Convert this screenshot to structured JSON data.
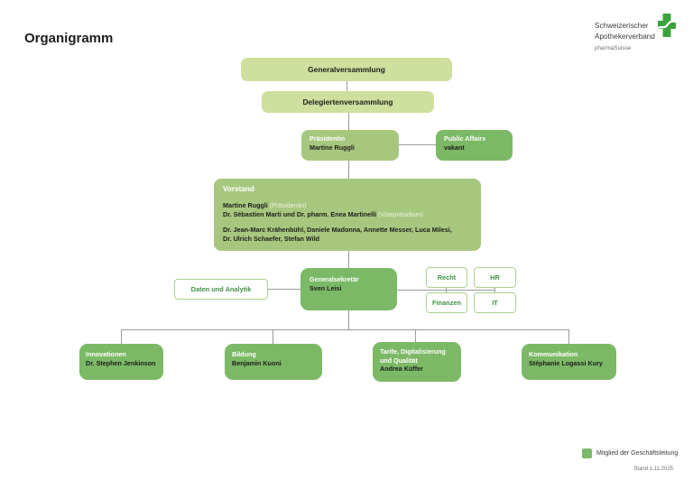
{
  "header": {
    "title": "Organigramm",
    "logo": {
      "line1": "Schweizerischer",
      "line2": "Apothekerverband",
      "line3": "pharmaSuisse"
    }
  },
  "chart": {
    "generalversammlung": {
      "label": "Generalversammlung"
    },
    "delegiertenversammlung": {
      "label": "Delegiertenversammlung"
    },
    "praesidentin": {
      "title": "Präsidentin",
      "name": "Martine Ruggli"
    },
    "public_affairs": {
      "title": "Public Affairs",
      "name": "vakant"
    },
    "vorstand": {
      "title": "Vorstand",
      "member1": "Martine Ruggli",
      "member1_role": " (Präsidentin)",
      "member2": "Dr. Sébastien Marti und Dr. pharm. Enea Martinelli",
      "member2_role": " (Vizepräsidium)",
      "members_line3": "Dr. Jean-Marc Krähenbühl, Daniele Madonna, Annette Messer, Luca Milesi,",
      "members_line4": "Dr. Ulrich Schaefer, Stefan Wild"
    },
    "generalsekretaer": {
      "title": "Generalsekretär",
      "name": "Sven Leisi"
    },
    "daten_und_analytik": {
      "label": "Daten und Analytik"
    },
    "recht": {
      "label": "Recht"
    },
    "hr": {
      "label": "HR"
    },
    "finanzen": {
      "label": "Finanzen"
    },
    "it": {
      "label": "IT"
    },
    "innovationen": {
      "title": "Innovationen",
      "name": "Dr. Stephen Jenkinson"
    },
    "bildung": {
      "title": "Bildung",
      "name": "Benjamin Kuoni"
    },
    "tarife": {
      "title_line1": "Tarife, Digitalisierung",
      "title_line2": "und Qualität",
      "name": "Andrea Küffer"
    },
    "kommunikation": {
      "title": "Kommunikation",
      "name": "Stéphanie Logassi Kury"
    }
  },
  "footer": {
    "legend_label": "Mitglied der Geschäftsleitung",
    "stand": "Stand 1.11.2025"
  },
  "colors": {
    "light_green": "#cfdf9e",
    "medium_green": "#a8c77e",
    "dark_green": "#7cb966",
    "outline_border": "#aed193",
    "outline_text": "#3f9243",
    "connector_gray": "#9b9b9b",
    "logo_green": "#3ca33c",
    "text_dark": "#1d1d1b"
  }
}
